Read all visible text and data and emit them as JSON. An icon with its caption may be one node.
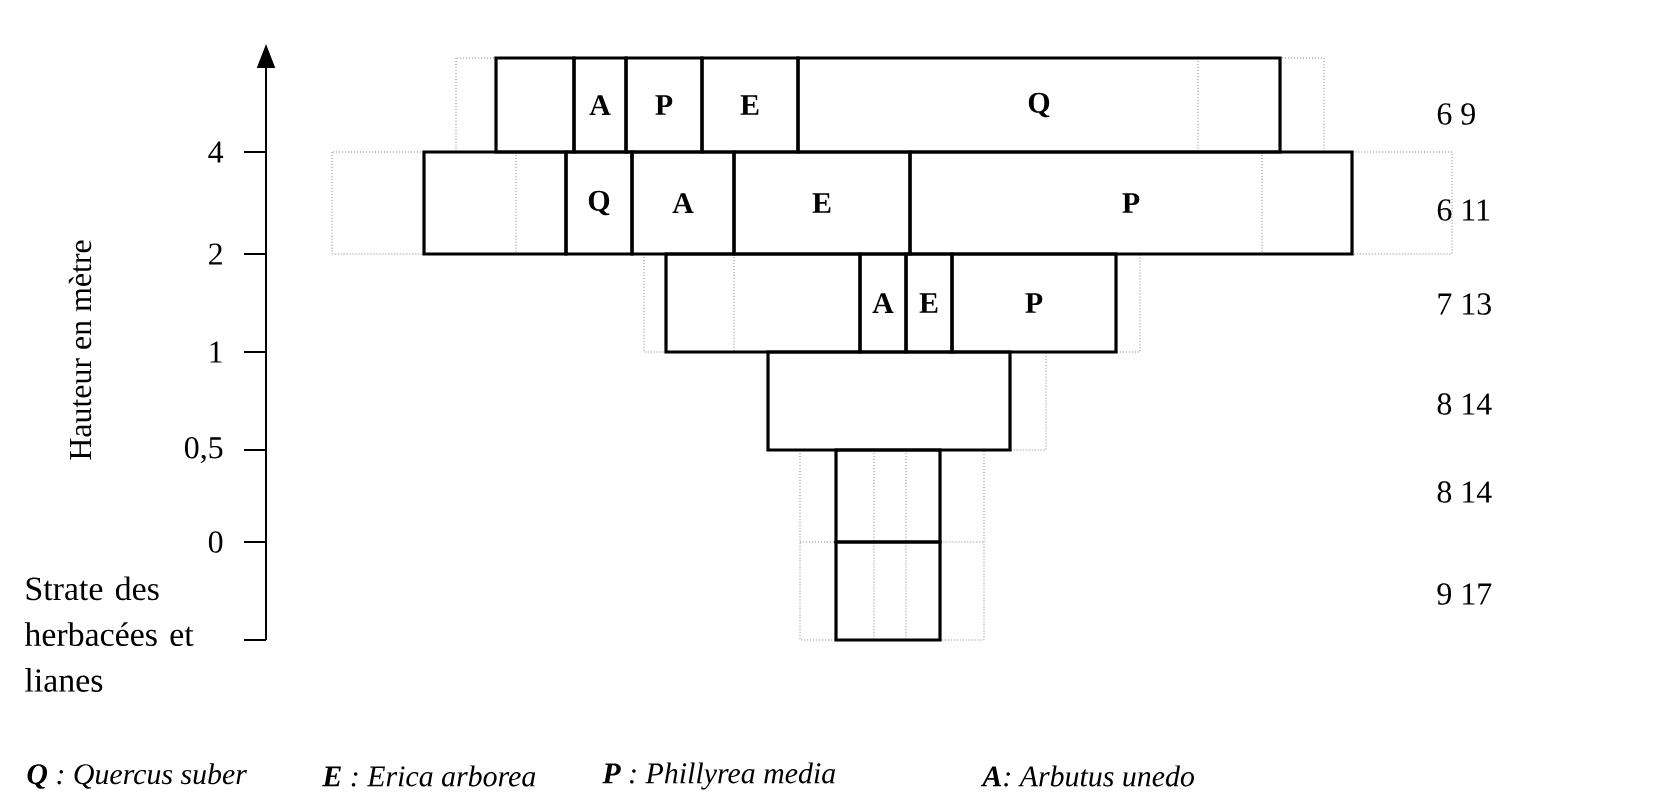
{
  "diagram": {
    "nodes": [
      {
        "text": [],
        "shape": "box"
      },
      {
        "text": [
          "A"
        ]
      },
      {
        "text": [
          "P"
        ]
      },
      {
        "text": [
          "E"
        ]
      },
      {
        "text": [
          "Q"
        ]
      },
      {
        "text": [],
        "shape": "box"
      },
      {
        "text": [
          "Q"
        ]
      },
      {
        "text": [
          "A"
        ]
      },
      {
        "text": [
          "E"
        ]
      },
      {
        "text": [
          "P"
        ]
      },
      {
        "text": [],
        "shape": "box"
      },
      {
        "text": [
          "A"
        ]
      },
      {
        "text": [
          "E"
        ]
      },
      {
        "text": [
          "P"
        ]
      },
      {
        "text": [],
        "shape": "box"
      },
      {
        "text": [],
        "shape": "box"
      },
      {
        "text": [],
        "shape": "box"
      }
    ],
    "labels": [
      "Hauteur en mètre",
      "4",
      "2",
      "1",
      "0,5",
      "0",
      "Strate des herbacées et lianes",
      "6 9",
      "6 11",
      "7 13",
      "8 14",
      "8 14",
      "9 17",
      "**Q** : Quercus suber",
      "**E** :  Erica arborea",
      "**P** : Phillyrea media",
      "**A**: Arbutus unedo"
    ]
  }
}
